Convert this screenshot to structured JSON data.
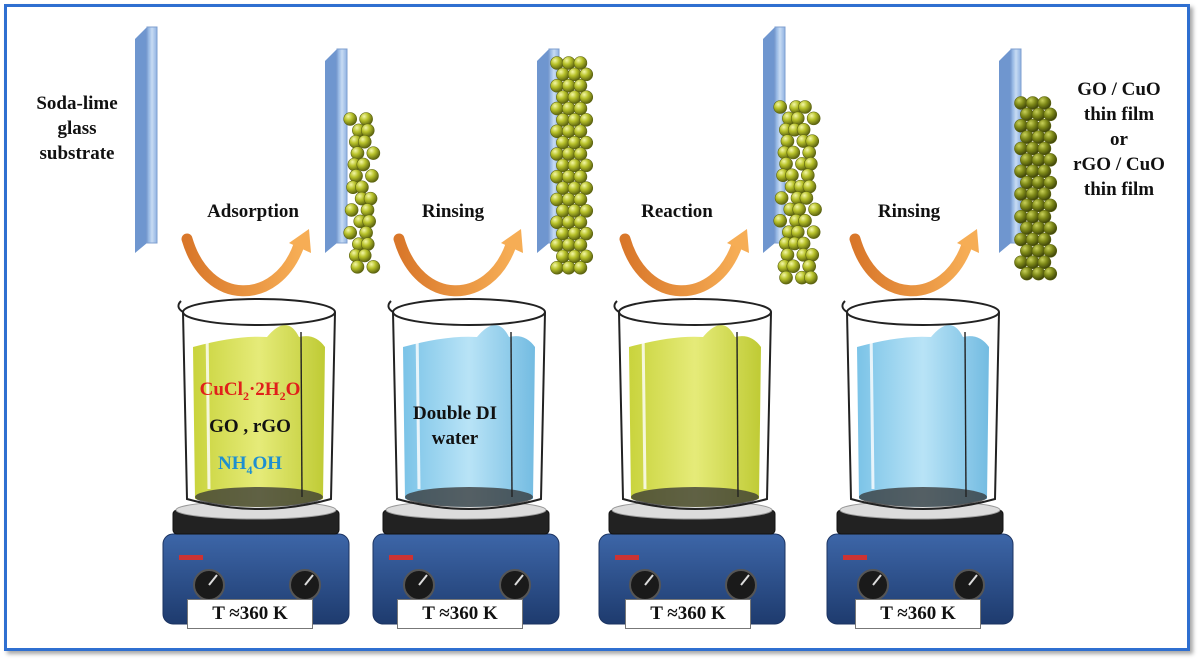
{
  "labels": {
    "substrate": [
      "Soda-lime",
      "glass",
      "substrate"
    ],
    "steps": [
      "Adsorption",
      "Rinsing",
      "Reaction",
      "Rinsing"
    ],
    "product": [
      "GO / CuO",
      "thin film",
      "or",
      "rGO / CuO",
      "thin film"
    ]
  },
  "beakers": [
    {
      "liquid": "yellow",
      "contents": {
        "cucl2": {
          "main": "CuCl",
          "sub1": "2",
          "mid": "·2H",
          "sub2": "2",
          "end": "O"
        },
        "go": "GO , rGO",
        "nh4oh": {
          "main": "NH",
          "sub": "4",
          "end": "OH"
        }
      },
      "temperature": "T ≈360 K"
    },
    {
      "liquid": "blue",
      "text": [
        "Double DI",
        "water"
      ],
      "temperature": "T ≈360 K"
    },
    {
      "liquid": "yellow",
      "temperature": "T ≈360 K"
    },
    {
      "liquid": "blue",
      "temperature": "T ≈360 K"
    }
  ],
  "colors": {
    "frame": "#2f6fd0",
    "yellow_liquid": "#d9e24a",
    "blue_liquid": "#8fd0ee",
    "glass_slide": "#a9c6ec",
    "particle": "#b8c22a",
    "particle_dark": "#6f7712",
    "arrow": "#e98d34",
    "hotplate_base": "#284d8c",
    "cucl2_text": "#e0201b",
    "nh4oh_text": "#1e8fd0",
    "text": "#111111"
  }
}
